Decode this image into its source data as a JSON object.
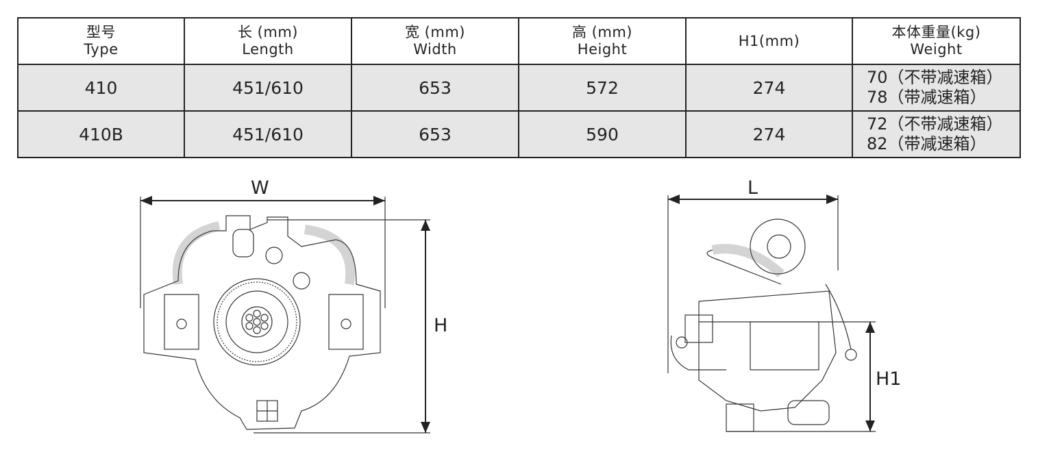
{
  "spec_table": {
    "headers": [
      {
        "cn": "型号",
        "en": "Type"
      },
      {
        "cn": "长 (mm)",
        "en": "Length"
      },
      {
        "cn": "宽 (mm)",
        "en": "Width"
      },
      {
        "cn": "高 (mm)",
        "en": "Height"
      },
      {
        "cn": "H1(mm)",
        "en": ""
      },
      {
        "cn": "本体重量(kg)",
        "en": "Weight"
      }
    ],
    "rows": [
      {
        "type": "410",
        "length": "451/610",
        "width": "653",
        "height": "572",
        "h1": "274",
        "weight_without_gearbox": "70（不带减速箱）",
        "weight_with_gearbox": "78（带减速箱）"
      },
      {
        "type": "410B",
        "length": "451/610",
        "width": "653",
        "height": "590",
        "h1": "274",
        "weight_without_gearbox": "72（不带减速箱）",
        "weight_with_gearbox": "82（带减速箱）"
      }
    ]
  },
  "drawings": {
    "front_view": {
      "width_label": "W",
      "height_label": "H"
    },
    "side_view": {
      "length_label": "L",
      "h1_label": "H1"
    }
  }
}
